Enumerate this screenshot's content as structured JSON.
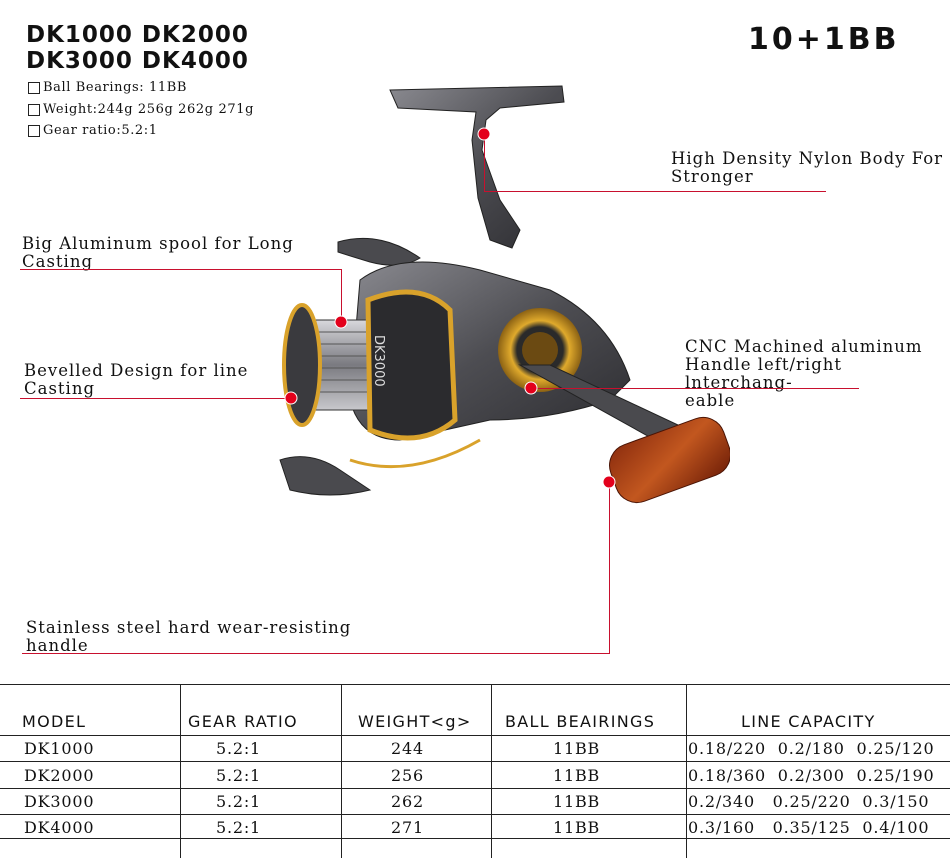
{
  "header": {
    "models_line1": "DK1000 DK2000",
    "models_line2": "DK3000 DK4000",
    "badge": "10+1BB",
    "specs": [
      "Ball Bearings: 11BB",
      "Weight:244g 256g 262g 271g",
      "Gear ratio:5.2:1"
    ]
  },
  "callouts": {
    "body": [
      "High Density Nylon Body For",
      "Stronger"
    ],
    "spool": [
      "Big Aluminum spool for Long",
      "Casting"
    ],
    "bevel": [
      "Bevelled Design for line",
      "Casting"
    ],
    "handle_cnc": [
      "CNC Machined aluminum",
      "Handle left/right lnterchang-",
      "eable"
    ],
    "handle_steel": [
      "Stainless steel hard wear-resisting",
      "handle"
    ]
  },
  "reel": {
    "spool_text": "DK3000"
  },
  "colors": {
    "accent_red": "#e3001b",
    "line_red": "#c8102e",
    "gold": "#d9a22b",
    "body_grey": "#5a5a5e"
  },
  "table": {
    "headers": [
      "MODEL",
      "GEAR RATIO",
      "WEIGHT<g>",
      "BALL BEAIRINGS",
      "LINE CAPACITY"
    ],
    "rows": [
      [
        "DK1000",
        "5.2:1",
        "244",
        "11BB",
        "0.18/220  0.2/180  0.25/120"
      ],
      [
        "DK2000",
        "5.2:1",
        "256",
        "11BB",
        "0.18/360  0.2/300  0.25/190"
      ],
      [
        "DK3000",
        "5.2:1",
        "262",
        "11BB",
        "0.2/340   0.25/220  0.3/150"
      ],
      [
        "DK4000",
        "5.2:1",
        "271",
        "11BB",
        "0.3/160   0.35/125  0.4/100"
      ]
    ]
  }
}
